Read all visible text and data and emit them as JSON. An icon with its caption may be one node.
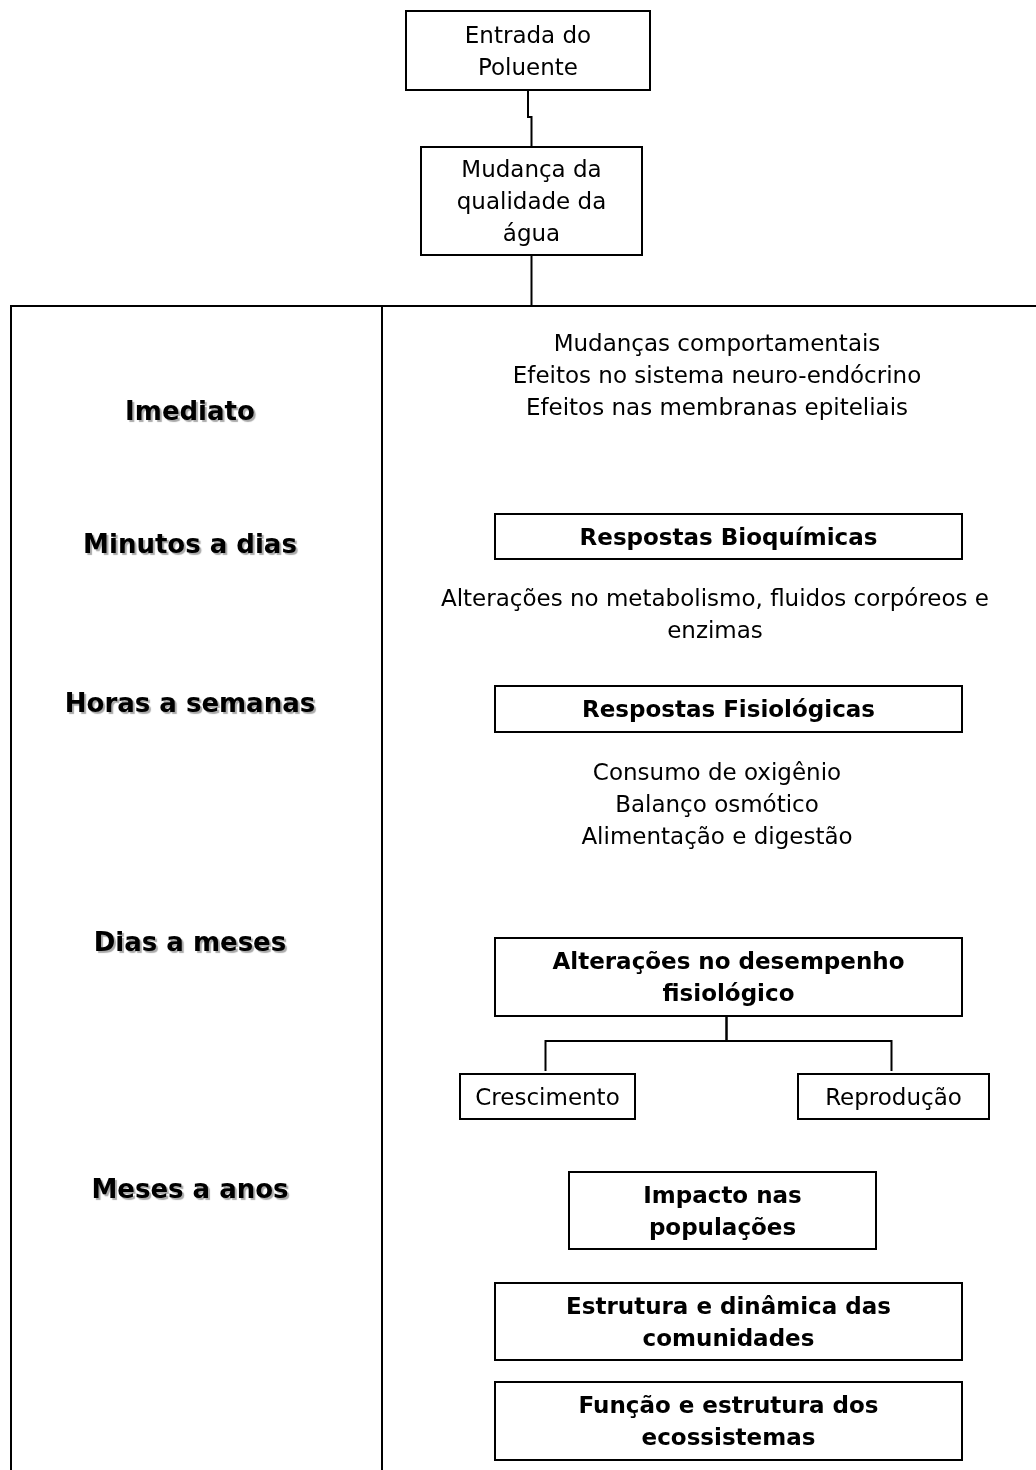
{
  "diagram": {
    "nodes": [
      {
        "text": [
          "Entrada do Poluente"
        ]
      },
      {
        "text": [
          "Mudança da qualidade da água"
        ]
      },
      {
        "text": [],
        "shape": "box"
      },
      {
        "text": [
          "Respostas Bioquímicas"
        ],
        "in": 2
      },
      {
        "text": [
          "Respostas Fisiológicas"
        ],
        "in": 2
      },
      {
        "text": [
          "Alterações no desempenho fisiológico"
        ],
        "in": 2
      },
      {
        "text": [
          "Crescimento"
        ],
        "in": 2
      },
      {
        "text": [
          "Reprodução"
        ],
        "in": 2
      },
      {
        "text": [
          "Impacto nas populações"
        ],
        "in": 2
      },
      {
        "text": [
          "Estrutura e dinâmica das comunidades"
        ],
        "in": 2
      },
      {
        "text": [
          "Função e estrutura dos ecossistemas"
        ],
        "in": 2
      }
    ],
    "edges": [
      {
        "from": 0,
        "to": 1,
        "arrow": "none"
      },
      {
        "from": 1,
        "to": 2,
        "arrow": "none"
      },
      {
        "from": 5,
        "to": 6,
        "arrow": "none"
      },
      {
        "from": 5,
        "to": 7,
        "arrow": "none"
      }
    ],
    "labels": [
      "Imediato",
      "Mudanças comportamentais",
      "Efeitos no sistema neuro-endócrino",
      "Efeitos nas membranas epiteliais",
      "Minutos a dias",
      "Alterações no metabolismo, fluidos corpóreos e enzimas",
      "Horas a semanas",
      "Consumo de oxigênio",
      "Balanço osmótico",
      "Alimentação e digestão",
      "Dias a meses",
      "Meses a anos"
    ]
  }
}
